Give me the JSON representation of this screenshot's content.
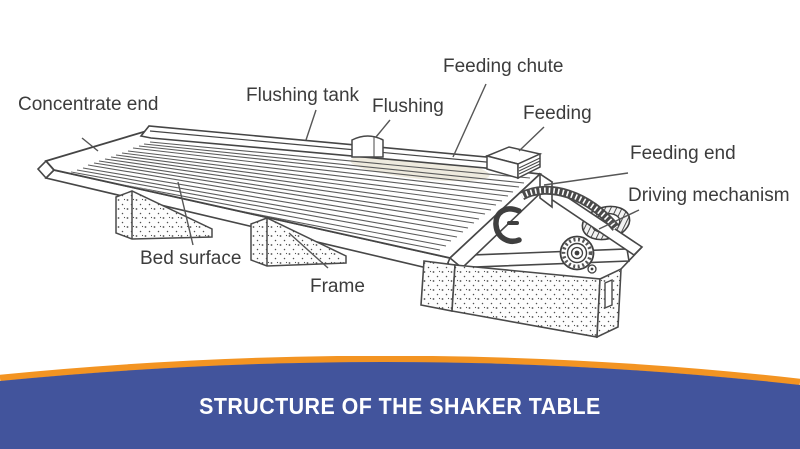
{
  "banner": {
    "title": "STRUCTURE OF THE SHAKER TABLE",
    "bg_color": "#42549c",
    "accent_color": "#f39422"
  },
  "diagram": {
    "labels": [
      {
        "id": "concentrate-end",
        "text": "Concentrate end"
      },
      {
        "id": "flushing-tank",
        "text": "Flushing tank"
      },
      {
        "id": "flushing",
        "text": "Flushing"
      },
      {
        "id": "feeding-chute",
        "text": "Feeding chute"
      },
      {
        "id": "feeding",
        "text": "Feeding"
      },
      {
        "id": "feeding-end",
        "text": "Feeding end"
      },
      {
        "id": "driving-mechanism",
        "text": "Driving mechanism"
      },
      {
        "id": "bed-surface",
        "text": "Bed surface"
      },
      {
        "id": "frame",
        "text": "Frame"
      }
    ]
  }
}
